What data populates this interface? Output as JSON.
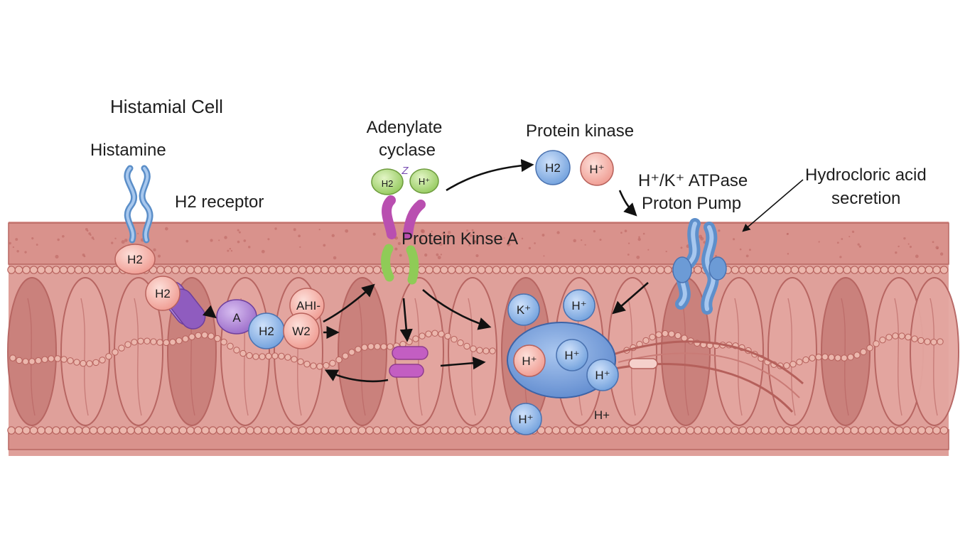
{
  "labels": {
    "title": "Histamial Cell",
    "histamine": "Histamine",
    "h2_receptor": "H2 receptor",
    "adenylate_cyclase_line1": "Adenylate",
    "adenylate_cyclase_line2": "cyclase",
    "protein_kinase": "Protein kinase",
    "protein_kinase_a": "Protein Kinse A",
    "pump_line1": "H⁺/K⁺ ATPase",
    "pump_line2": "Proton Pump",
    "hcl_line1": "Hydrocloric acid",
    "hcl_line2": "secretion"
  },
  "molecules": {
    "receptor_h2_top": "H2",
    "receptor_h2_lower": "H2",
    "a_node": "A",
    "h2_blue": "H2",
    "w2": "W2",
    "ahi": "AHI-",
    "cyclase_h2": "H2",
    "cyclase_hplus": "H⁺",
    "cyclase_z": "Z",
    "kinase_h2": "H2",
    "kinase_hplus": "H⁺",
    "k_plus": "K⁺",
    "h_plus_1": "H⁺",
    "h_plus_left": "H⁺",
    "h_plus_center": "H⁺",
    "h_plus_right": "H⁺",
    "h_plus_bottom": "H⁺",
    "h_plus_loose": "H+"
  },
  "colors": {
    "membrane": "#d98b86",
    "membrane_dark": "#b9625f",
    "cell_fill": "#e4a6a0",
    "cell_dark": "#b56360",
    "bead": "#ecb7ad",
    "blue_ion": "#7faee6",
    "pink_ion": "#f0a79e",
    "purple": "#9b6bc4",
    "magenta": "#c05fbe",
    "green": "#9cd06a",
    "vacuole": "#6f97d8",
    "receptor_blue": "#6f9fd6"
  }
}
